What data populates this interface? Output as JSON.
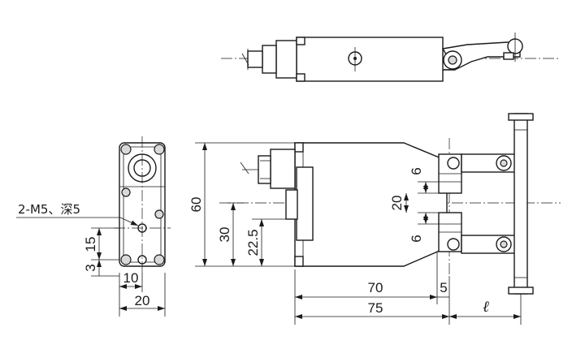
{
  "dimensions": {
    "top_80": "60",
    "middle_30": "30",
    "middle_22_5": "22.5",
    "gap_6_top": "6",
    "gap_20": "20",
    "gap_6_bottom": "6",
    "length_70": "70",
    "length_5": "5",
    "length_75": "75",
    "length_l": "ℓ",
    "side_15": "15",
    "side_3": "3",
    "side_10": "10",
    "side_20": "20"
  },
  "annotations": {
    "hole_callout": "2-M5、深5"
  }
}
